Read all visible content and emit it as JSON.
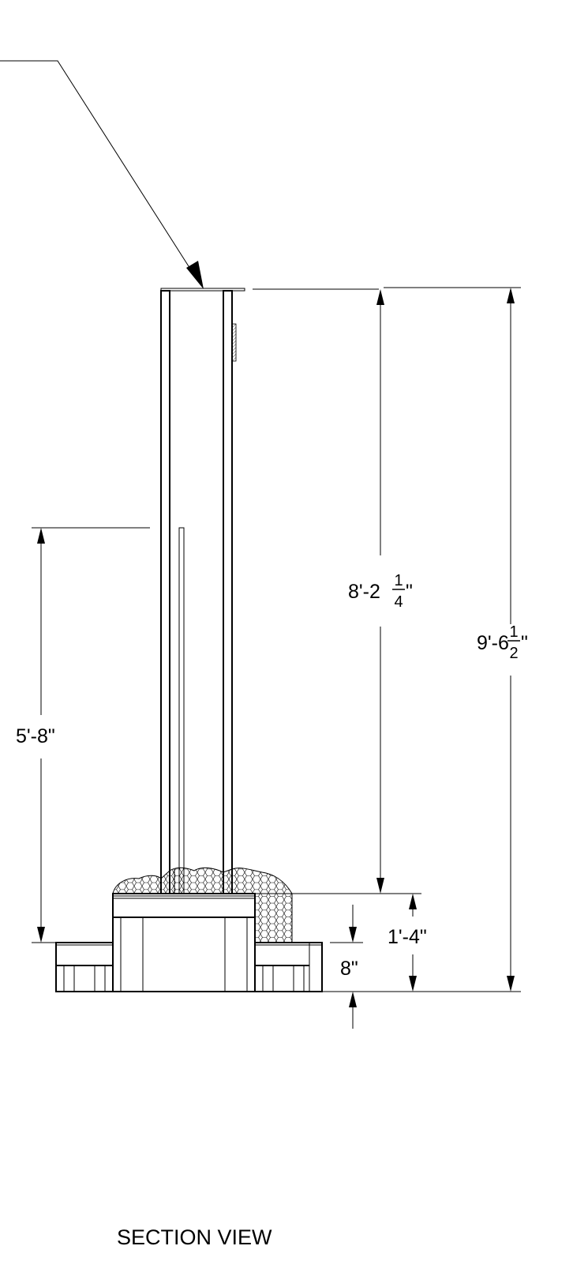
{
  "drawing": {
    "caption": "SECTION VIEW",
    "dimensions": {
      "overall_height": {
        "whole": "9'-6",
        "numerator": "1",
        "denominator": "2",
        "suffix": "\""
      },
      "wall_height": {
        "whole": "8'-2",
        "numerator": "1",
        "denominator": "4",
        "suffix": "\""
      },
      "opening_height": {
        "text": "5'-8\""
      },
      "footing_depth": {
        "text": "1'-4\""
      },
      "slab_thickness": {
        "text": "8\""
      }
    },
    "colors": {
      "line": "#000000",
      "background": "#ffffff"
    }
  }
}
